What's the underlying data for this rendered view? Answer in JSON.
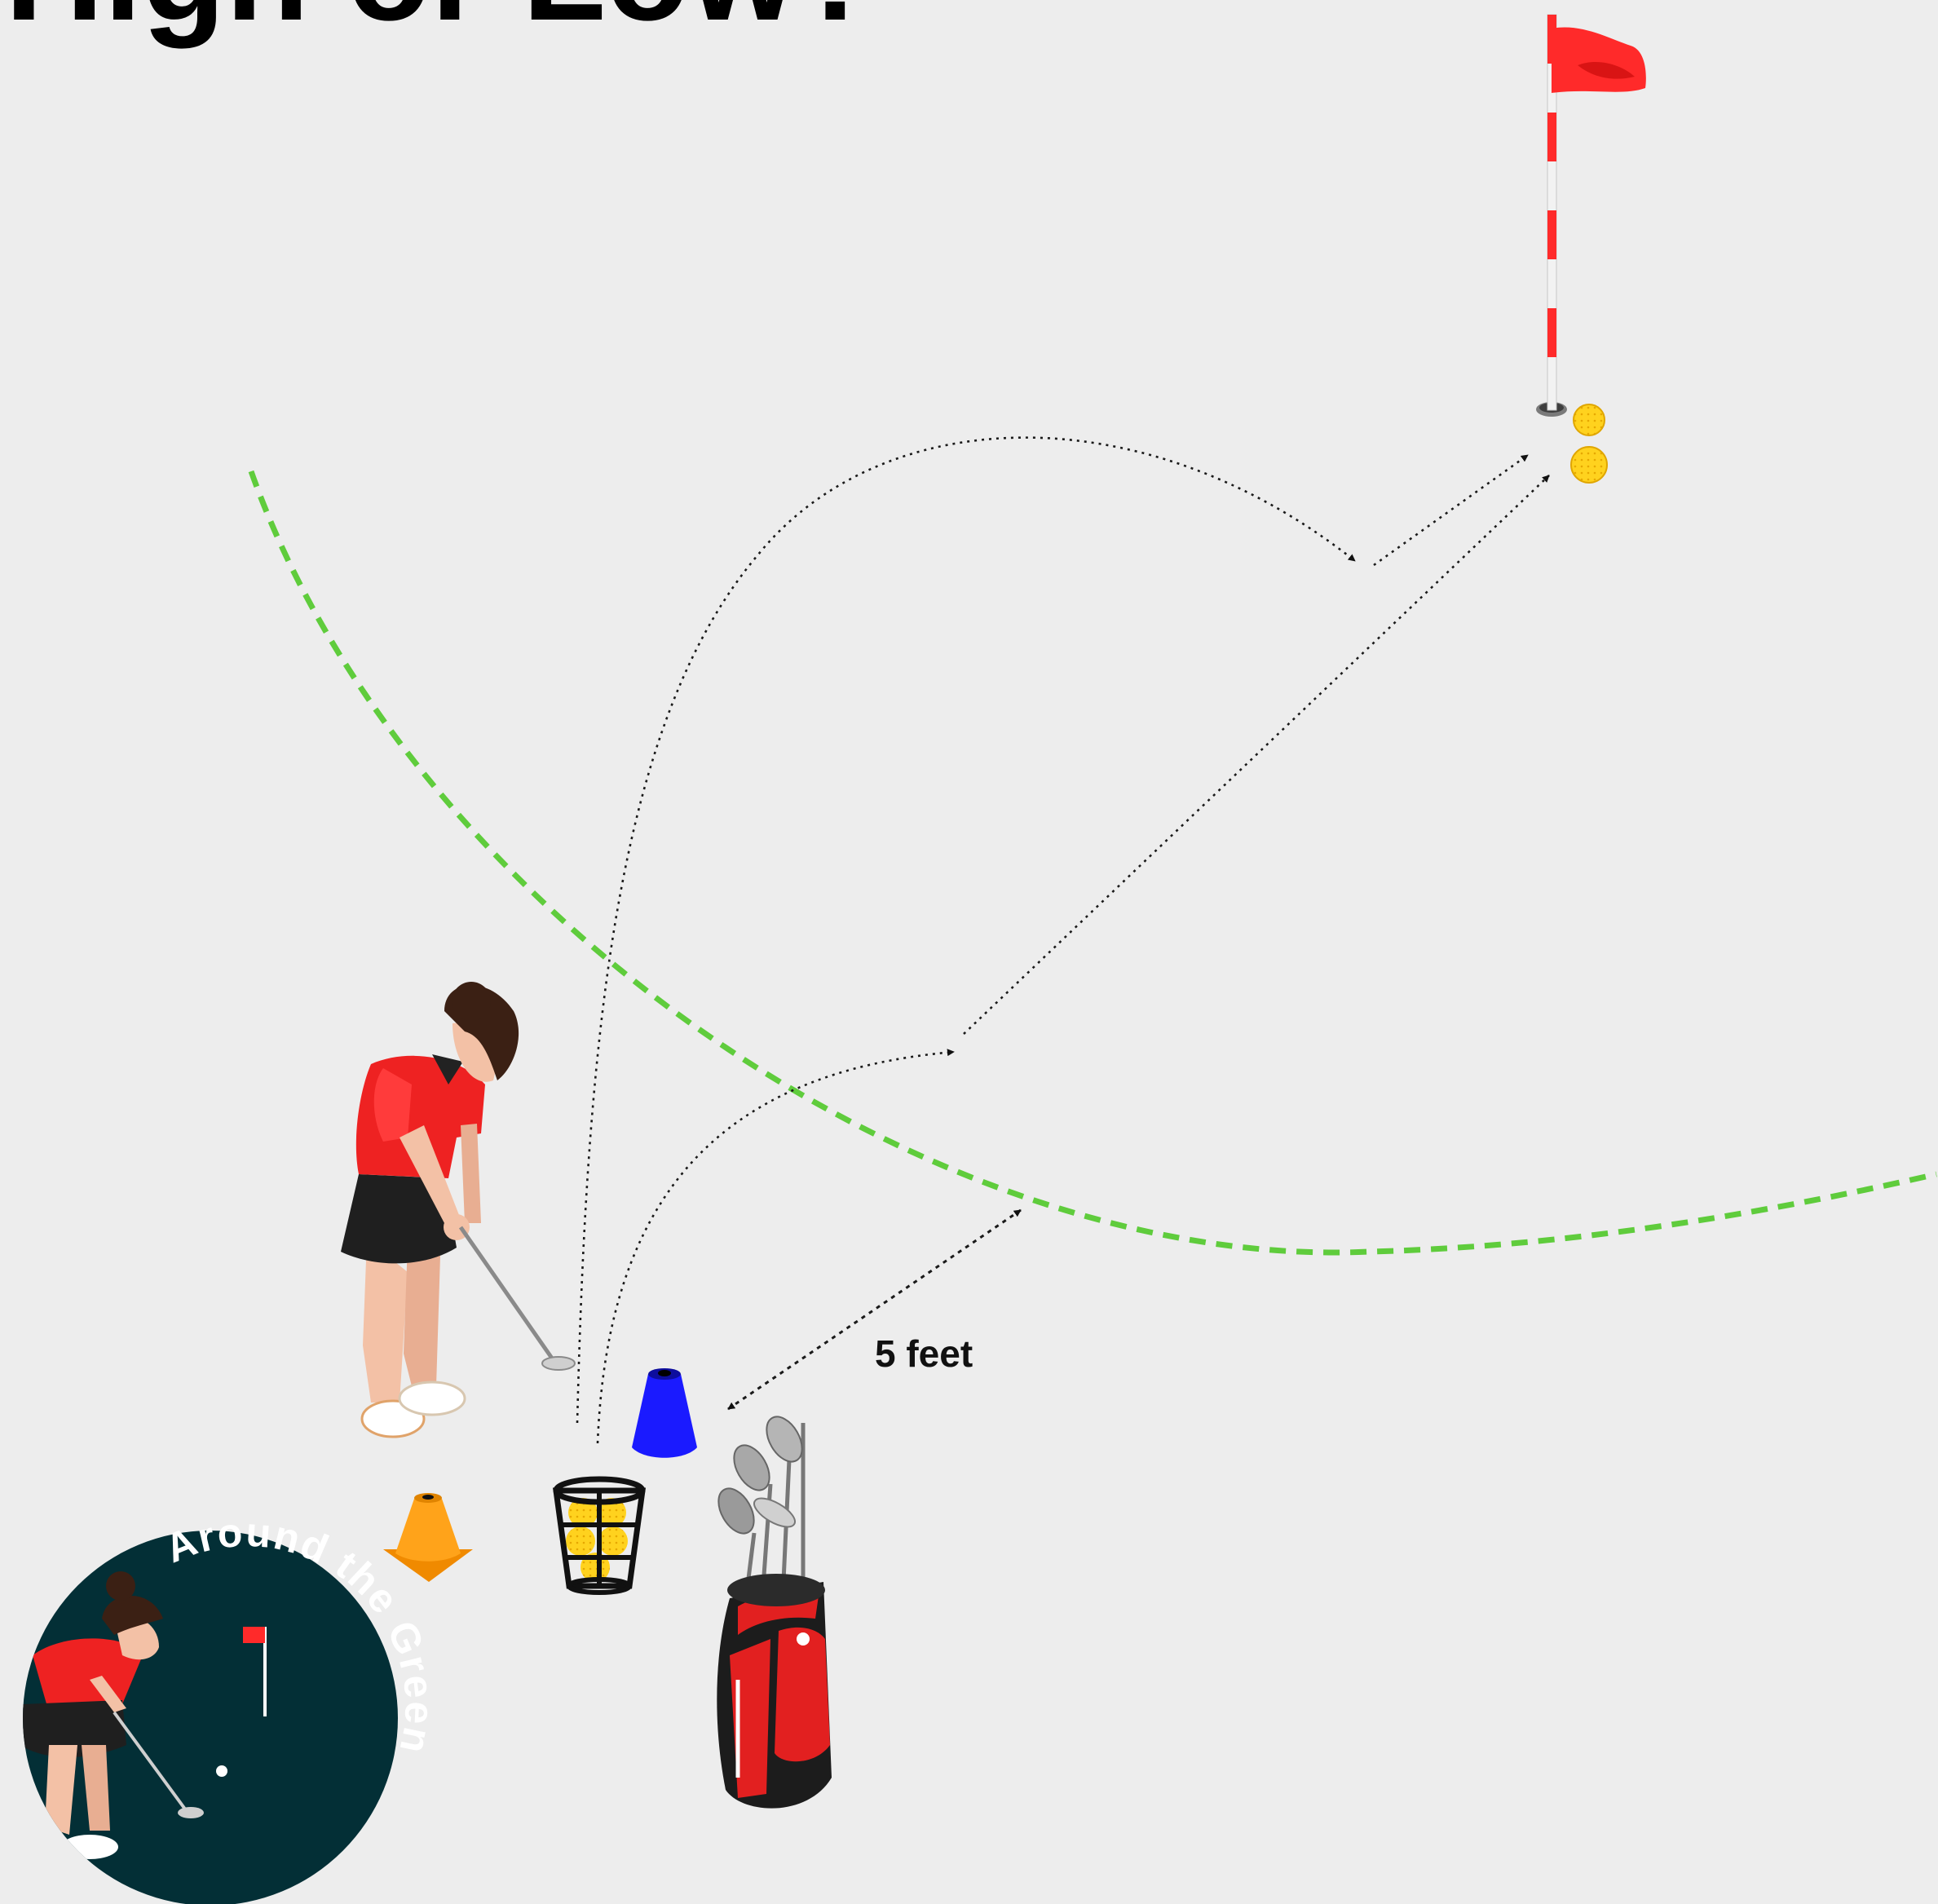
{
  "diagram": {
    "title": "High or Low?",
    "distance_label": "5 feet",
    "badge_text": "Around the Green",
    "colors": {
      "background": "#ededed",
      "green_edge": "#5fcc3c",
      "flag": "#ff2a2a",
      "ball": "#ffd21e",
      "blue_cone": "#1a1aff",
      "orange_cone": "#ffa31a",
      "badge_bg": "#032f36",
      "shirt": "#ee2222",
      "skirt": "#1f1f1f"
    },
    "elements": [
      "title",
      "green-edge-line",
      "flagstick-icon",
      "hole",
      "golf-ball-icon",
      "high-shot-path",
      "low-shot-path",
      "distance-arrow",
      "distance-label",
      "golfer-illustration",
      "blue-cone-icon",
      "orange-cone-icon",
      "ball-bucket-icon",
      "golf-bag-icon",
      "around-the-green-badge"
    ]
  }
}
